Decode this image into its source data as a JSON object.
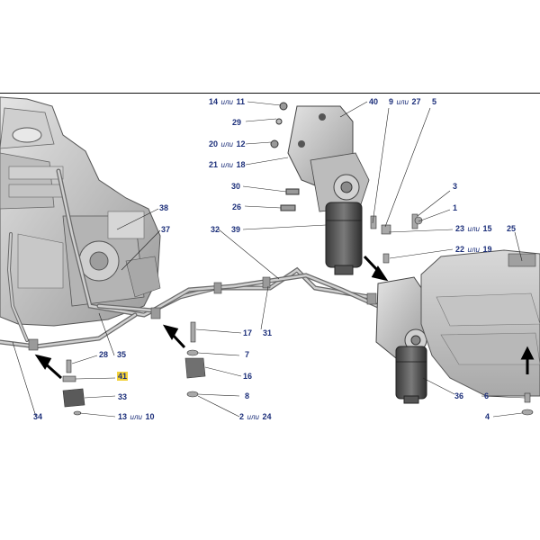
{
  "diagram": {
    "or_word": "или",
    "highlight_color": "#f3d23a",
    "label_color": "#1c2f7a",
    "callouts": [
      {
        "id": "c14",
        "num": "14",
        "alt": "11"
      },
      {
        "id": "c29",
        "num": "29"
      },
      {
        "id": "c20",
        "num": "20",
        "alt": "12"
      },
      {
        "id": "c21",
        "num": "21",
        "alt": "18"
      },
      {
        "id": "c30",
        "num": "30"
      },
      {
        "id": "c26",
        "num": "26"
      },
      {
        "id": "c40",
        "num": "40"
      },
      {
        "id": "c9",
        "num": "9",
        "alt": "27"
      },
      {
        "id": "c5",
        "num": "5"
      },
      {
        "id": "c3",
        "num": "3"
      },
      {
        "id": "c1",
        "num": "1"
      },
      {
        "id": "c23",
        "num": "23",
        "alt": "15"
      },
      {
        "id": "c22",
        "num": "22",
        "alt": "19"
      },
      {
        "id": "c25",
        "num": "25"
      },
      {
        "id": "c38",
        "num": "38"
      },
      {
        "id": "c37",
        "num": "37"
      },
      {
        "id": "c32",
        "num": "32"
      },
      {
        "id": "c39",
        "num": "39"
      },
      {
        "id": "c17",
        "num": "17"
      },
      {
        "id": "c31",
        "num": "31"
      },
      {
        "id": "c7",
        "num": "7"
      },
      {
        "id": "c16",
        "num": "16"
      },
      {
        "id": "c8",
        "num": "8"
      },
      {
        "id": "c2",
        "num": "2",
        "alt": "24"
      },
      {
        "id": "c28",
        "num": "28"
      },
      {
        "id": "c35",
        "num": "35"
      },
      {
        "id": "c41",
        "num": "41",
        "highlight": true
      },
      {
        "id": "c33",
        "num": "33"
      },
      {
        "id": "c13",
        "num": "13",
        "alt": "10"
      },
      {
        "id": "c34",
        "num": "34"
      },
      {
        "id": "c36",
        "num": "36"
      },
      {
        "id": "c6",
        "num": "6"
      },
      {
        "id": "c4",
        "num": "4"
      }
    ]
  }
}
